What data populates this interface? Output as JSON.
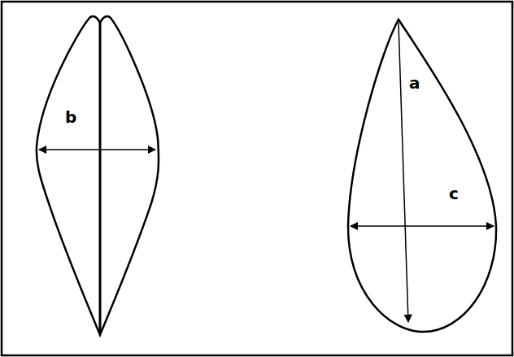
{
  "diagram": {
    "labels": [
      "b",
      "a",
      "c"
    ]
  }
}
